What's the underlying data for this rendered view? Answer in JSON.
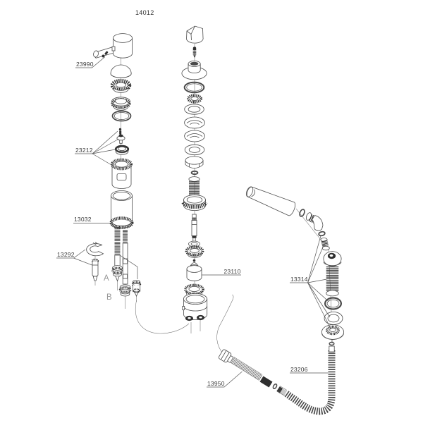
{
  "diagram": {
    "model_number": "14012",
    "callouts": {
      "handle_screw": "23990",
      "cartridge_kit": "23212",
      "spout_shank": "13032",
      "mounting_hardware": "13292",
      "marker_a": "A",
      "marker_b": "B",
      "diverter_valve": "23110",
      "spray_holder_kit": "13314",
      "spray_hose": "23206",
      "connection_hose": "13950"
    },
    "colors": {
      "line": "#4a4a4a",
      "dark_fill": "#2f2f2f",
      "label_text": "#3a3a3a",
      "marker_text": "#979797",
      "background": "#ffffff"
    }
  }
}
